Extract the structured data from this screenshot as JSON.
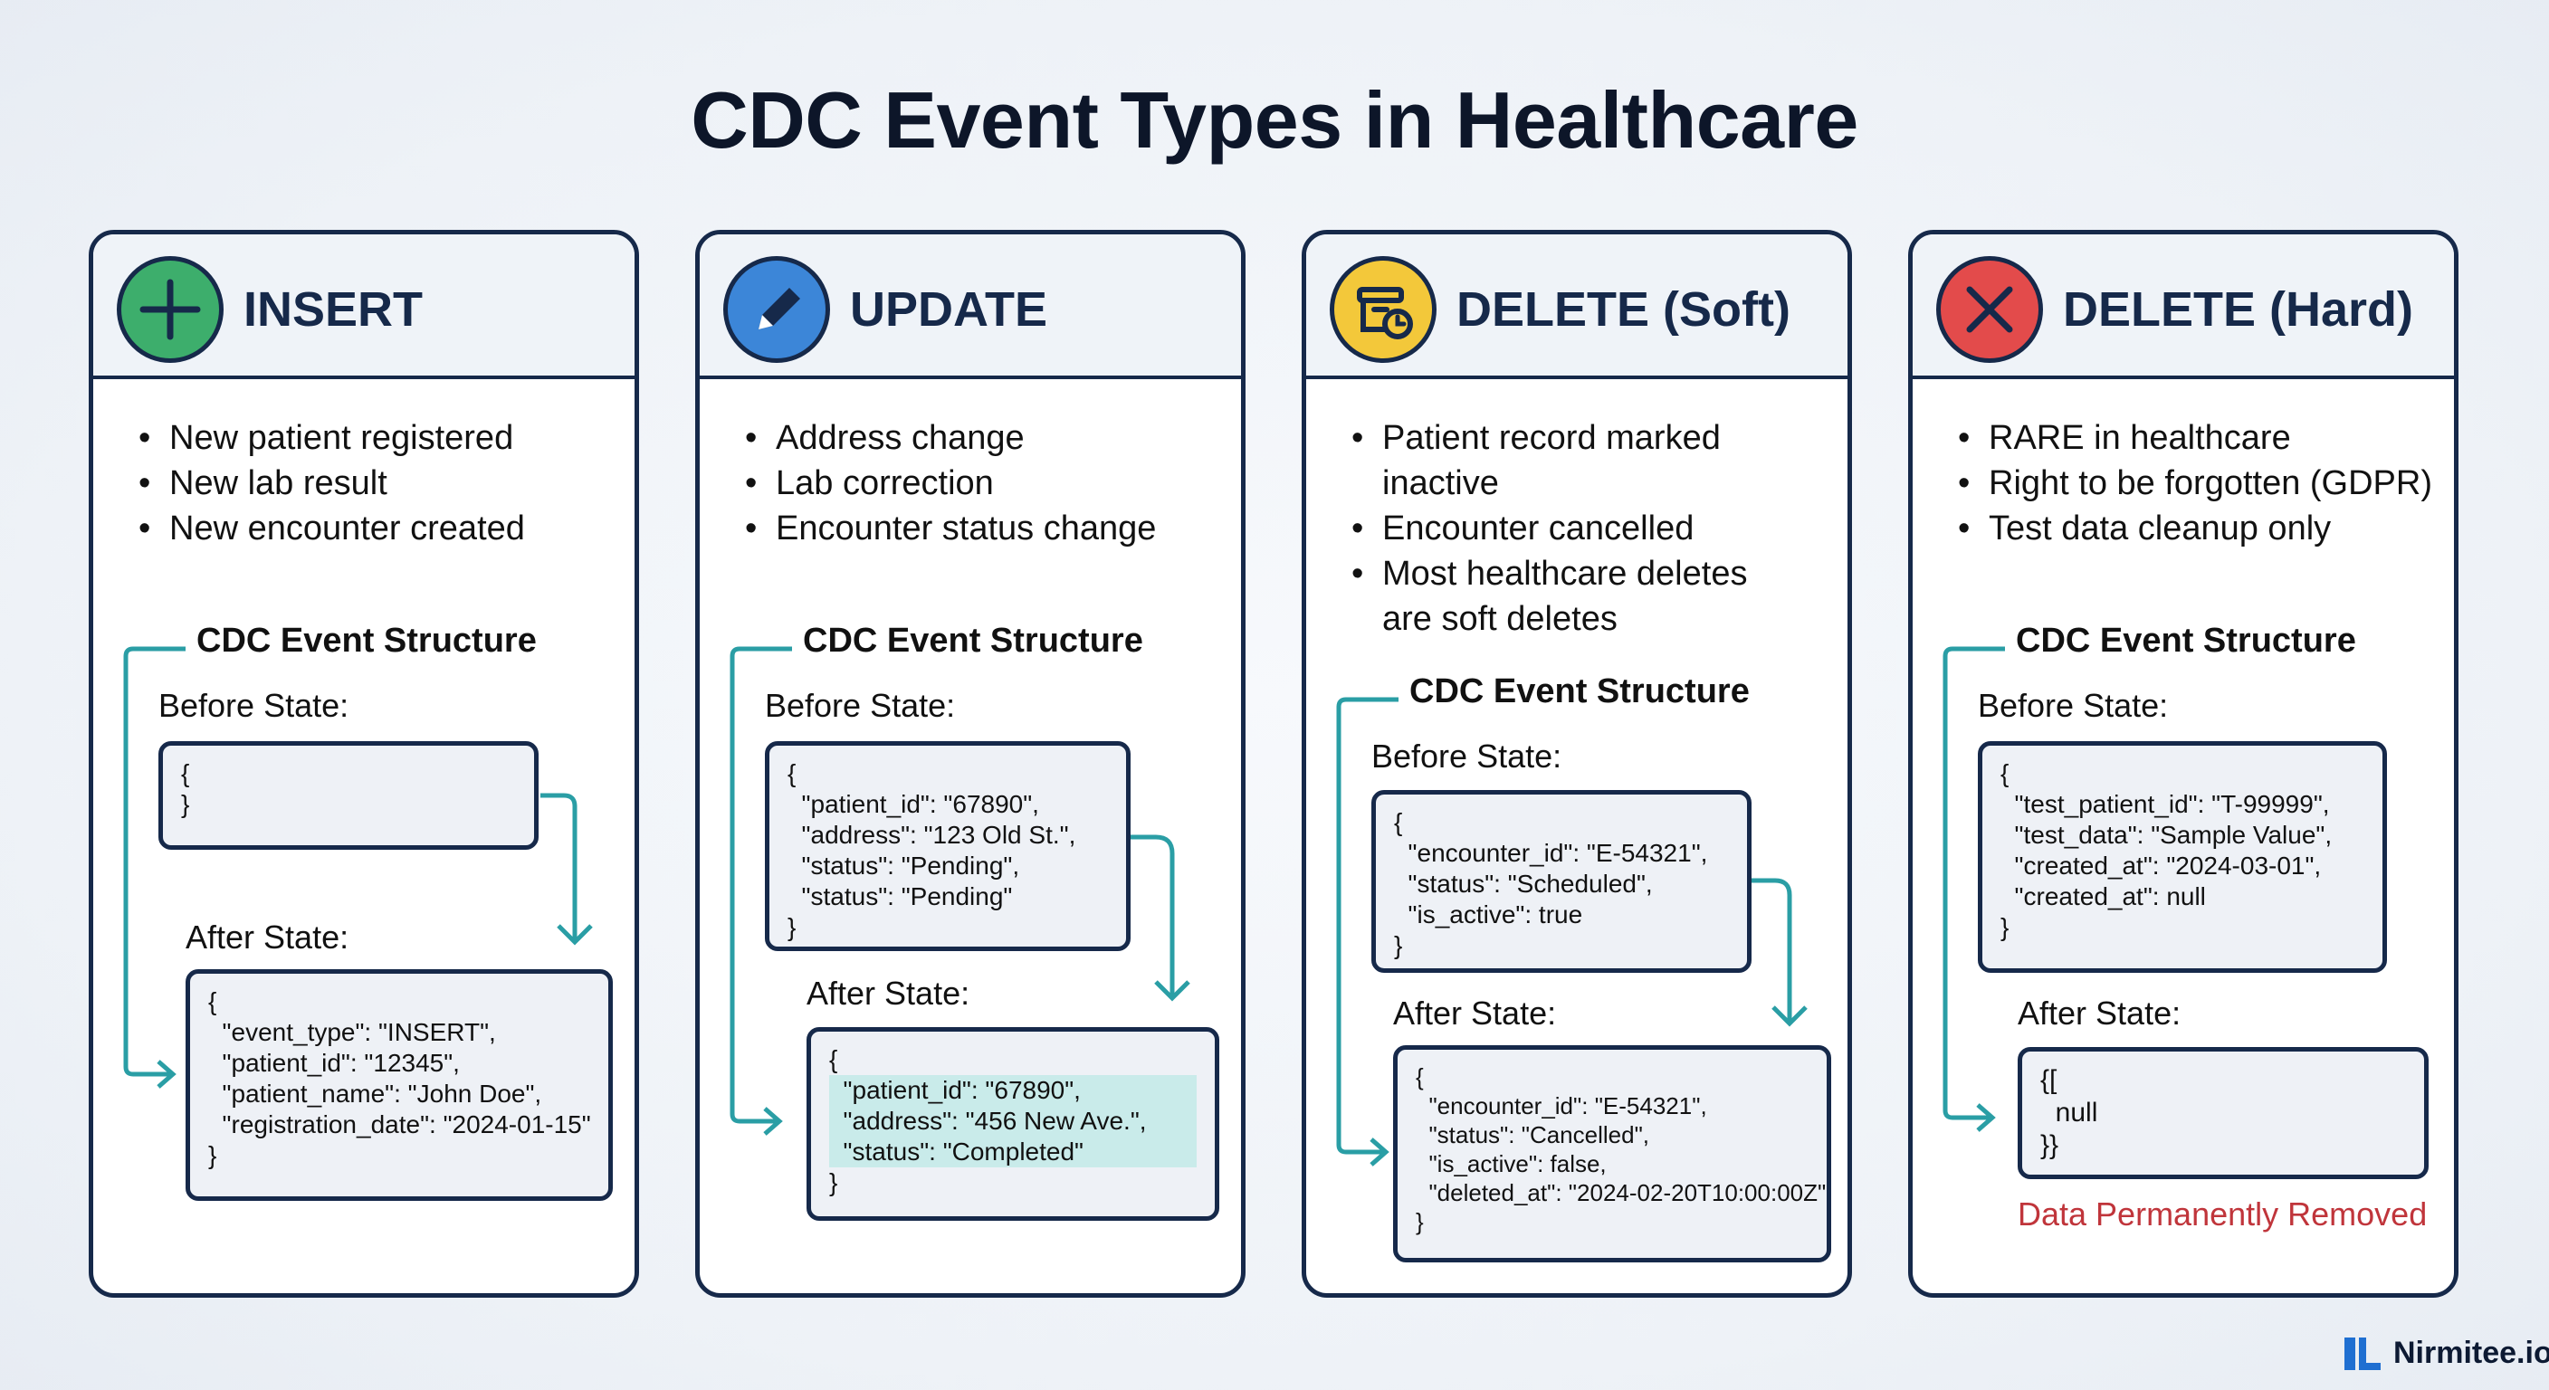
{
  "title": "CDC Event Types in Healthcare",
  "colors": {
    "insert": "#3dae6c",
    "update": "#3c86d8",
    "delete_soft": "#f3c83a",
    "delete_hard": "#e34b4b",
    "connector": "#2a9ea5",
    "removed_text": "#c0353b",
    "border": "#16294a"
  },
  "cards": [
    {
      "title": "INSERT",
      "icon": "plus-icon",
      "bullets": [
        "New patient registered",
        "New lab result",
        "New encounter created"
      ],
      "structure_title": "CDC Event Structure",
      "before_label": "Before State:",
      "before_lines": [
        "{",
        "}"
      ],
      "after_label": "After State:",
      "after_lines": [
        "{",
        "  \"event_type\": \"INSERT\",",
        "  \"patient_id\": \"12345\",",
        "  \"patient_name\": \"John Doe\",",
        "  \"registration_date\": \"2024-01-15\"",
        "}"
      ]
    },
    {
      "title": "UPDATE",
      "icon": "pencil-icon",
      "bullets": [
        "Address change",
        "Lab correction",
        "Encounter status change"
      ],
      "structure_title": "CDC Event Structure",
      "before_label": "Before State:",
      "before_lines": [
        "{",
        "  \"patient_id\": \"67890\",",
        "  \"address\": \"123 Old St.\",",
        "  \"status\": \"Pending\",",
        "  \"status\": \"Pending\"",
        "}"
      ],
      "after_label": "After State:",
      "after_lines": [
        "{",
        "  \"patient_id\": \"67890\",",
        "  \"address\": \"456 New Ave.\",",
        "  \"status\": \"Completed\"",
        "}"
      ]
    },
    {
      "title": "DELETE (Soft)",
      "icon": "archive-clock-icon",
      "bullets": [
        "Patient record marked inactive",
        "Encounter cancelled",
        "Most healthcare deletes are soft deletes"
      ],
      "structure_title": "CDC Event Structure",
      "before_label": "Before State:",
      "before_lines": [
        "{",
        "  \"encounter_id\": \"E-54321\",",
        "  \"status\": \"Scheduled\",",
        "  \"is_active\": true",
        "}"
      ],
      "after_label": "After State:",
      "after_lines": [
        "{",
        "  \"encounter_id\": \"E-54321\",",
        "  \"status\": \"Cancelled\",",
        "  \"is_active\": false,",
        "  \"deleted_at\": \"2024-02-20T10:00:00Z\"",
        "}"
      ]
    },
    {
      "title": "DELETE (Hard)",
      "icon": "x-icon",
      "bullets": [
        "RARE in healthcare",
        "Right to be forgotten (GDPR)",
        "Test data cleanup only"
      ],
      "structure_title": "CDC Event Structure",
      "before_label": "Before State:",
      "before_lines": [
        "{",
        "  \"test_patient_id\": \"T-99999\",",
        "  \"test_data\": \"Sample Value\",",
        "  \"created_at\": \"2024-03-01\",",
        "  \"created_at\": null",
        "}"
      ],
      "after_label": "After State:",
      "after_lines": [
        "{[",
        "  null",
        "}}"
      ],
      "removed_note": "Data Permanently Removed"
    }
  ],
  "brand": "Nirmitee.io"
}
